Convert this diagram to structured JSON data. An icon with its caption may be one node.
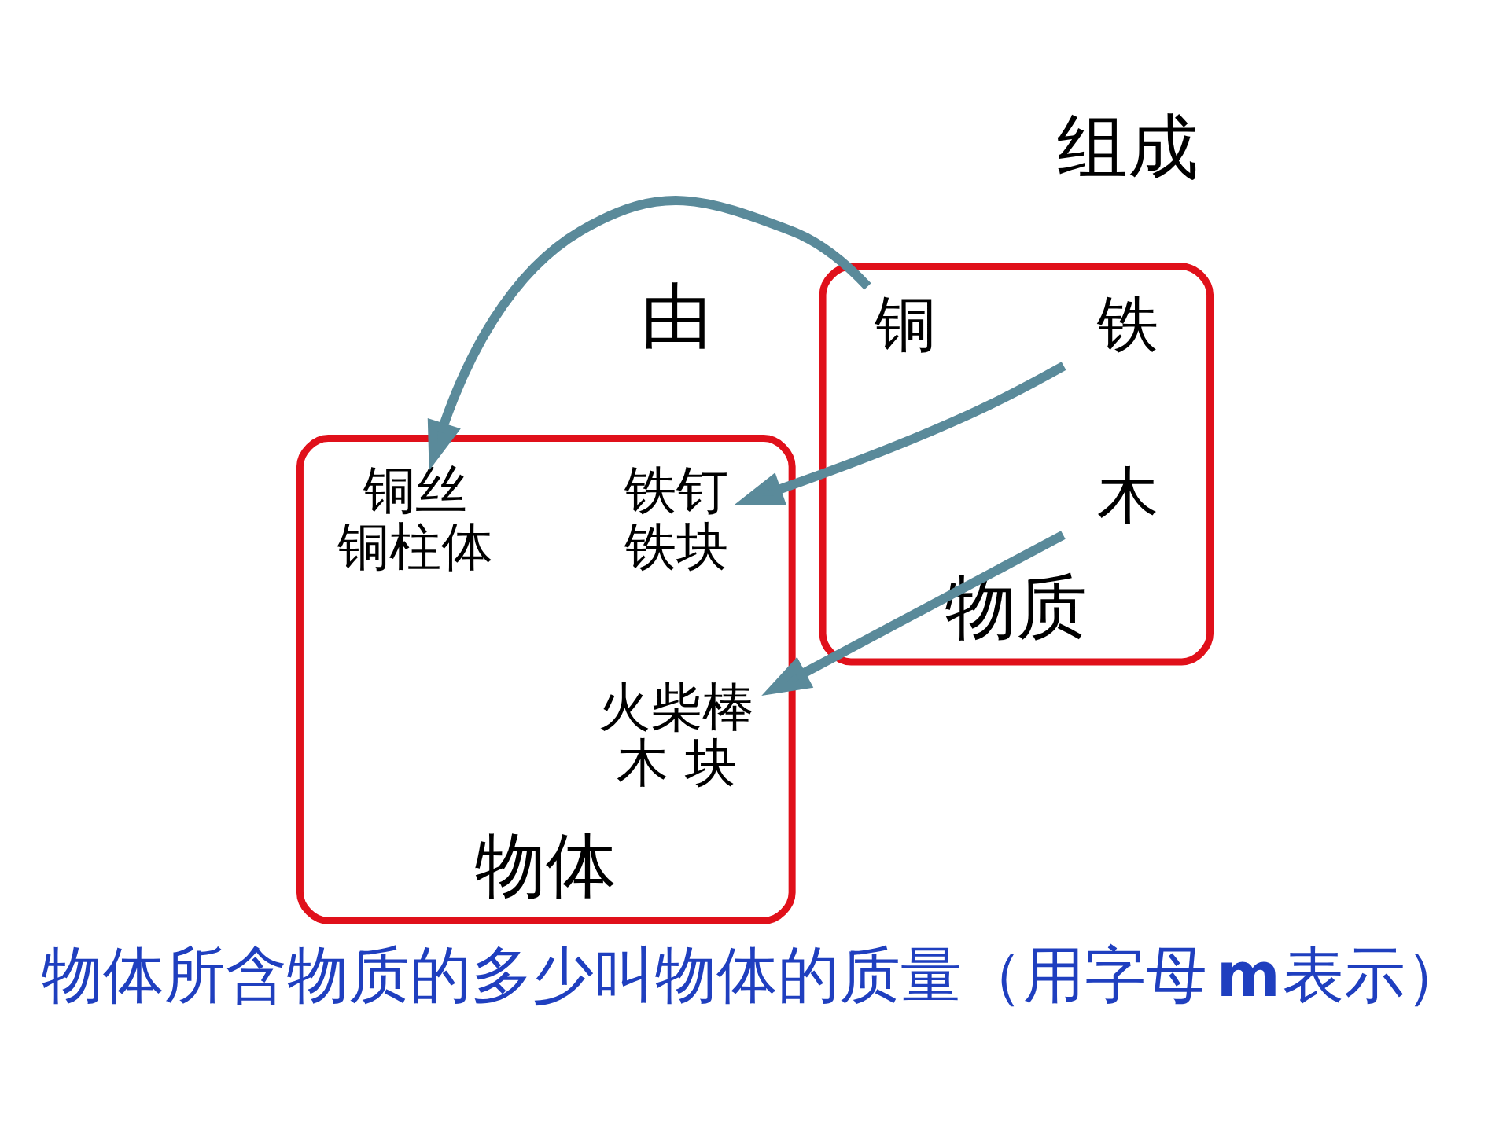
{
  "diagram": {
    "caption": "物体所含物质的多少叫物体的质量（用字母**m**表示）",
    "nodes": [
      {
        "text": [
          "物体"
        ]
      },
      {
        "text": [
          "铁钉",
          "铁块"
        ],
        "in": 0
      },
      {
        "text": [
          "火柴棒",
          "木 块"
        ],
        "in": 0
      },
      {
        "text": [
          "铜丝",
          "铜柱体"
        ],
        "in": 0
      },
      {
        "text": [
          "物质"
        ]
      },
      {
        "text": [
          "铁"
        ],
        "in": 4
      },
      {
        "text": [
          "木"
        ],
        "in": 4
      },
      {
        "text": [
          "铜"
        ],
        "in": 4
      }
    ],
    "edges": [
      {
        "from": 5,
        "to": 1,
        "arrow": "to"
      },
      {
        "from": 6,
        "to": 2,
        "arrow": "to"
      },
      {
        "from": 7,
        "to": 3,
        "arrow": "to"
      }
    ],
    "labels": [
      "由",
      "组成"
    ]
  }
}
